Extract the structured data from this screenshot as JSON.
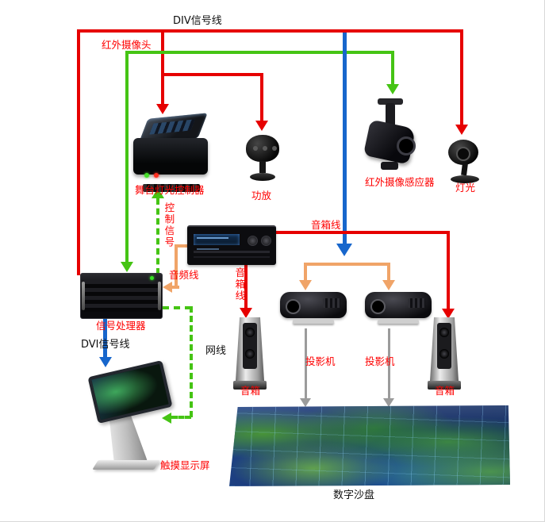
{
  "diagram": {
    "labels": {
      "top_signal": "DIV信号线",
      "ir_camera": "红外摄像头",
      "stage_light_controller": "舞台灯光控制器",
      "amplifier": "功放",
      "ir_sensor": "红外摄像感应器",
      "light": "灯光",
      "speaker_line_top": "音箱线",
      "speaker_line_left": "音箱线",
      "audio_line": "音频线",
      "control_line": "控制信号",
      "signal_processor": "信号处理器",
      "dvi_line": "DVI信号线",
      "network_line": "网线",
      "projector": "投影机",
      "speaker": "音箱",
      "touch_screen": "触摸显示屏",
      "digital_sandbox": "数字沙盘"
    },
    "colors": {
      "red_line": "#e60000",
      "green_line": "#45c414",
      "blue_line": "#1766cc",
      "orange_line": "#f0a468",
      "gray_line": "#9b9b9b",
      "label_red": "#fe0000",
      "label_black": "#111111"
    }
  }
}
